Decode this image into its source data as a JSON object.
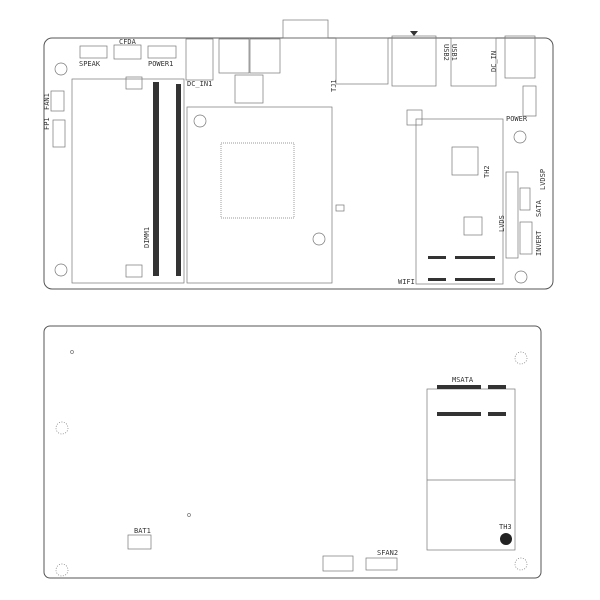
{
  "top_board": {
    "labels": {
      "speak": "SPEAK",
      "cfda": "CFDA",
      "power1": "POWER1",
      "dc_in1": "DC_IN1",
      "fan1": "FAN1",
      "fp1": "FP1",
      "dimm1": "DIMM1",
      "tj1": "TJ1",
      "usb2": "USB2",
      "usb1": "USB1",
      "dc_in": "DC_IN",
      "power": "POWER",
      "lvds": "LVDS",
      "lvdsp": "LVDSP",
      "sata": "SATA",
      "invert": "INVERT",
      "wifi": "WIFI",
      "th2": "TH2"
    }
  },
  "bottom_board": {
    "labels": {
      "msata": "MSATA",
      "th3": "TH3",
      "bat1": "BAT1",
      "sfan2": "SFAN2"
    }
  }
}
